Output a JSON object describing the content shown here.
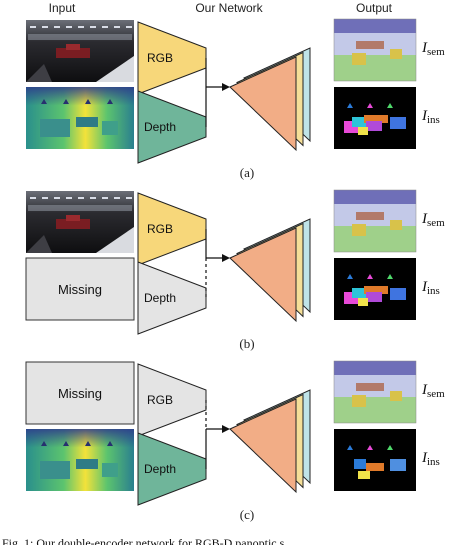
{
  "headers": {
    "input": "Input",
    "network": "Our Network",
    "output": "Output"
  },
  "encoders": {
    "rgb": "RGB",
    "depth": "Depth"
  },
  "missing_label": "Missing",
  "outputs": {
    "sem": {
      "symbol": "I",
      "sub": "sem"
    },
    "ins": {
      "symbol": "I",
      "sub": "ins"
    }
  },
  "panels": [
    {
      "label": "(a)",
      "rgb_missing": false,
      "depth_missing": false
    },
    {
      "label": "(b)",
      "rgb_missing": false,
      "depth_missing": true
    },
    {
      "label": "(c)",
      "rgb_missing": true,
      "depth_missing": false
    }
  ],
  "caption": "Fig. 1: Our double-encoder network for RGB-D panoptic s",
  "colors": {
    "rgb_encoder": "#f7d77a",
    "depth_encoder": "#6fb59a",
    "disabled_encoder": "#e4e4e4",
    "decoder_back": "#bfe3e8",
    "decoder_mid": "#f5df98",
    "decoder_front": "#f2ad86",
    "missing_box": "#e4e4e4"
  }
}
